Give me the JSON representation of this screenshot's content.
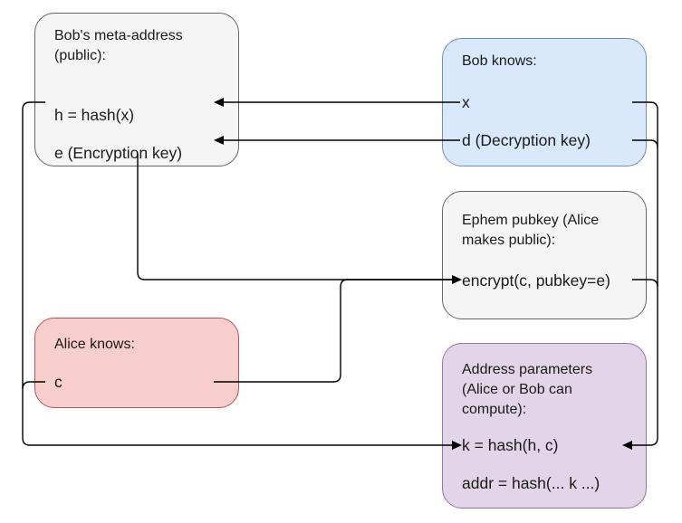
{
  "colors": {
    "meta_fill": "#f5f5f5",
    "meta_border": "#666666",
    "bob_fill": "#dae8fc",
    "bob_border": "#6c8ebf",
    "ephem_fill": "#f5f5f5",
    "ephem_border": "#666666",
    "alice_fill": "#f8cecc",
    "alice_border": "#b85450",
    "addr_fill": "#e1d5e7",
    "addr_border": "#9673a6",
    "connector": "#000000"
  },
  "meta": {
    "title": "Bob's meta-address\n(public):",
    "h": "h = hash(x)",
    "e": "e (Encryption key)"
  },
  "bob": {
    "title": "Bob knows:",
    "x": "x",
    "d": "d (Decryption key)"
  },
  "ephem": {
    "title": "Ephem pubkey (Alice\nmakes public):",
    "encrypt": "encrypt(c, pubkey=e)"
  },
  "alice": {
    "title": "Alice knows:",
    "c": "c"
  },
  "addr": {
    "title": "Address parameters\n(Alice or Bob can\ncompute):",
    "k": "k = hash(h, c)",
    "addr": "addr = hash(... k ...)"
  }
}
